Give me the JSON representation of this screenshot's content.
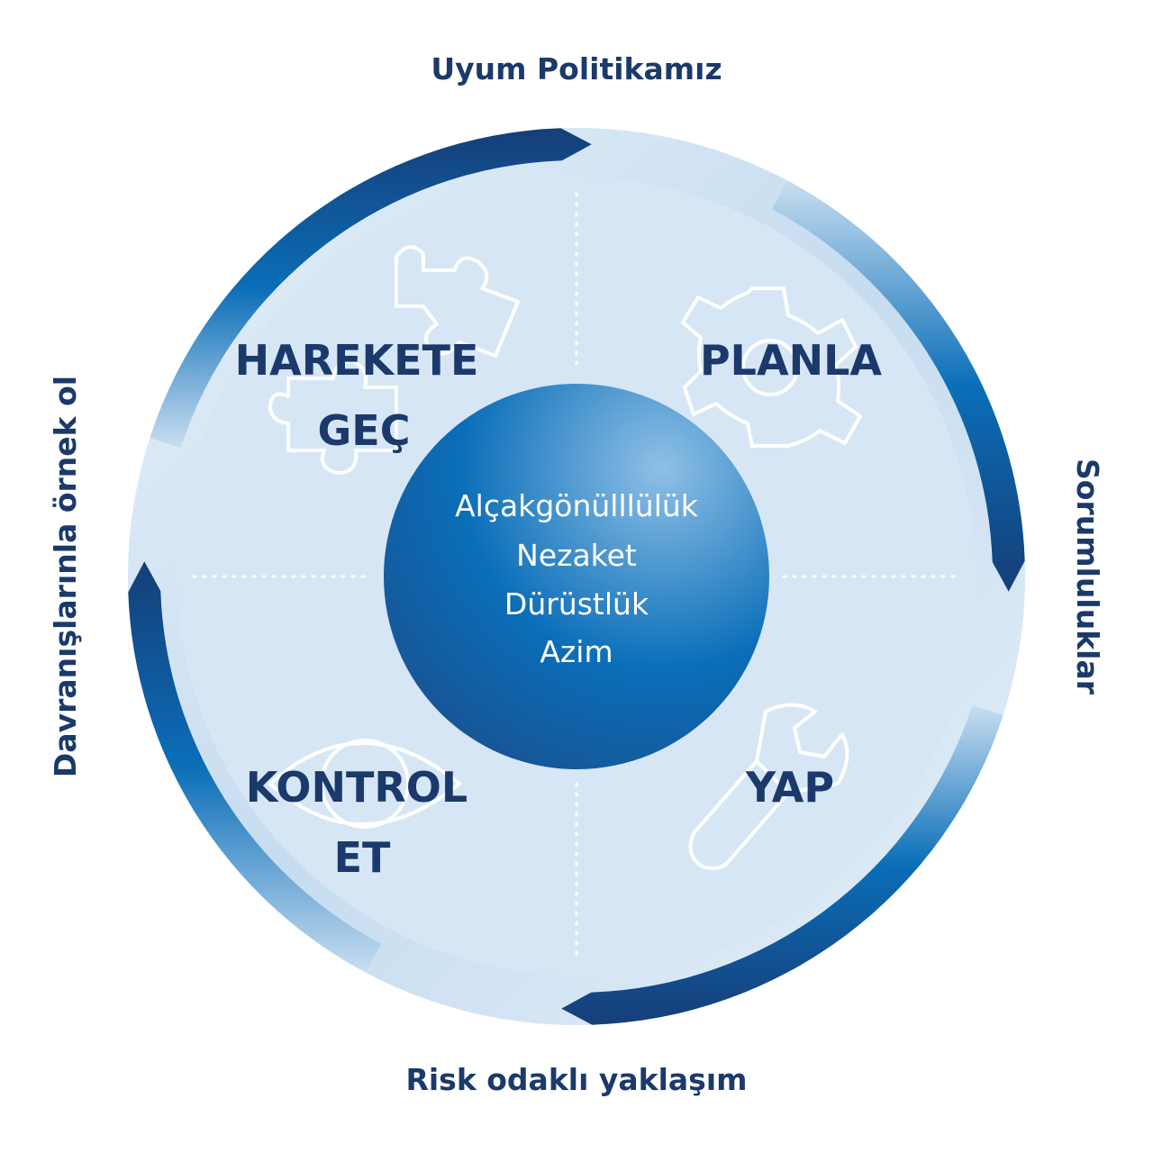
{
  "outer_labels": {
    "top": "Uyum Politikamız",
    "right": "Sorumluluklar",
    "bottom": "Risk odaklı yaklaşım",
    "left": "Davranışlarınla örnek ol"
  },
  "phases": {
    "act": {
      "line1": "HAREKETE",
      "line2": "GEÇ",
      "icon": "puzzle-icon"
    },
    "plan": {
      "line1": "PLANLA",
      "icon": "gear-icon"
    },
    "check": {
      "line1": "KONTROL",
      "line2": "ET",
      "icon": "eye-icon"
    },
    "do": {
      "line1": "YAP",
      "icon": "wrench-icon"
    }
  },
  "core_values": [
    "Alçakgönülllülük",
    "Nezaket",
    "Dürüstlük",
    "Azim"
  ],
  "colors": {
    "navy": "#1b3a6b",
    "blue": "#0a6eb8",
    "light_blue": "#d6e6f5",
    "pale_ring": "#c4dbef"
  }
}
